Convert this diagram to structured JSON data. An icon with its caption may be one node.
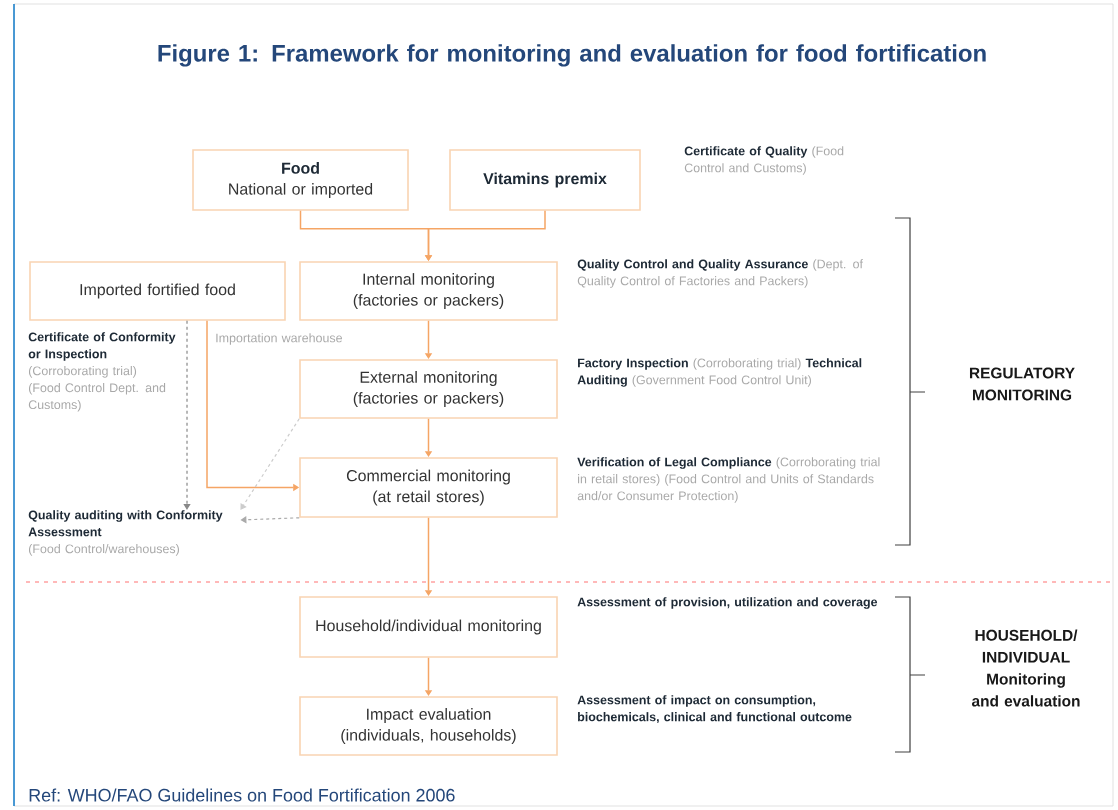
{
  "diagram": {
    "title": "Figure 1: Framework for monitoring and evaluation for food fortification",
    "caption": "Ref: WHO/FAO Guidelines on Food Fortification 2006",
    "nodes": [
      {
        "text": [
          "Food",
          "National or imported"
        ]
      },
      {
        "text": [
          "Vitamins premix"
        ]
      },
      {
        "text": [
          "Imported fortified food"
        ]
      },
      {
        "text": [
          "Internal monitoring (factories or packers)"
        ]
      },
      {
        "text": [
          "External monitoring (factories or packers)"
        ]
      },
      {
        "text": [
          "Commercial monitoring (at retail stores)"
        ]
      },
      {
        "text": [
          "Quality auditing with Conformity Assessment",
          "(Food Control/warehouses)"
        ]
      },
      {
        "text": [
          "Household/individual monitoring"
        ]
      },
      {
        "text": [
          "Impact evaluation (individuals, households)"
        ]
      }
    ],
    "edges": [
      {
        "from": 0,
        "to": 3,
        "arrow": "to"
      },
      {
        "from": 1,
        "to": 3,
        "arrow": "to"
      },
      {
        "from": 3,
        "to": 4,
        "arrow": "to"
      },
      {
        "from": 4,
        "to": 5,
        "arrow": "to"
      },
      {
        "from": 5,
        "to": 7,
        "arrow": "to"
      },
      {
        "from": 7,
        "to": 8,
        "arrow": "to"
      },
      {
        "from": 2,
        "to": 5,
        "arrow": "to"
      },
      {
        "from": 2,
        "to": 6,
        "arrow": "to",
        "style": "dashed",
        "color": "#888888"
      },
      {
        "from": 4,
        "to": 6,
        "arrow": "to",
        "style": "dashed",
        "color": "#cccccc"
      },
      {
        "from": 5,
        "to": 6,
        "arrow": "to",
        "style": "dashed",
        "color": "#aaaaaa"
      }
    ],
    "labels": [
      "**Certificate of Quality** (Food Control and Customs)",
      "**Quality Control and Quality Assurance** (Dept. of Quality Control of Factories and Packers)",
      "**Certificate of Conformity or Inspection** (Corroborating trial) (Food Control Dept. and Customs)",
      "Importation warehouse",
      "**Factory Inspection** (Corroborating trial) **Technical Auditing** (Government Food Control Unit)",
      "REGULATORY MONITORING",
      "**Verification of Legal Compliance** (Corroborating trial in retail stores) (Food Control and Units of Standards and/or Consumer Protection)",
      "Assessment of provision, utilization and coverage",
      "HOUSEHOLD/ INDIVIDUAL Monitoring and evaluation",
      "Assessment of impact on consumption, biochemicals, clinical and functional outcome"
    ]
  }
}
